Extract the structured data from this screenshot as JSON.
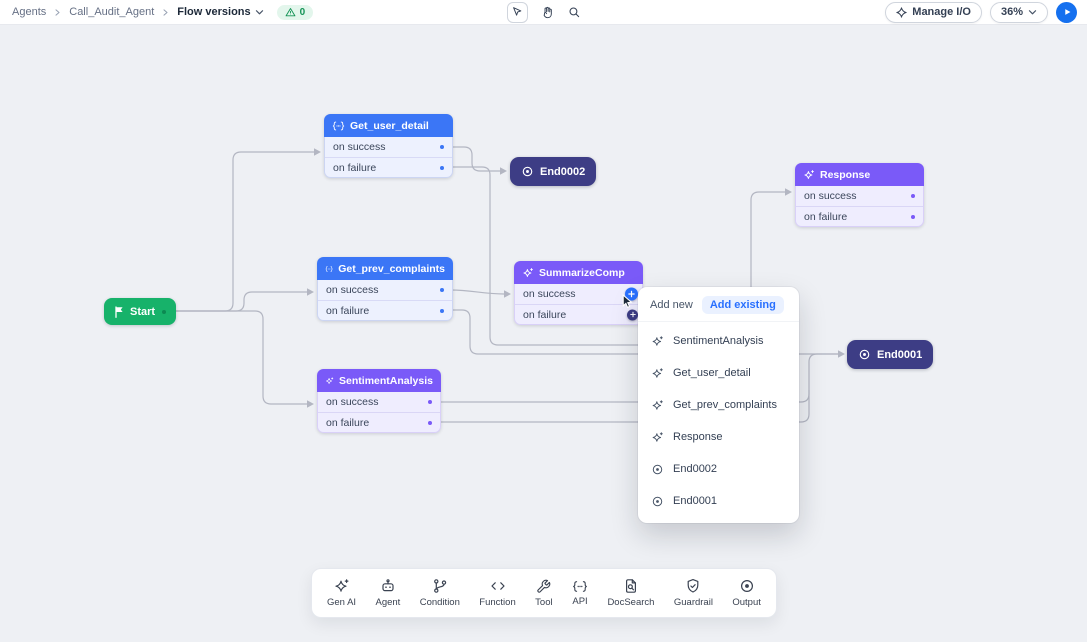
{
  "topbar": {
    "breadcrumb": [
      "Agents",
      "Call_Audit_Agent",
      "Flow versions"
    ],
    "warning_count": "0",
    "manage_io_label": "Manage I/O",
    "zoom_level": "36%"
  },
  "canvas": {
    "nodes": {
      "start": {
        "label": "Start",
        "type": "start"
      },
      "get_user_detail": {
        "title": "Get_user_detail",
        "type": "api",
        "ports": [
          "on success",
          "on failure"
        ]
      },
      "get_prev_complaints": {
        "title": "Get_prev_complaints",
        "type": "api",
        "ports": [
          "on success",
          "on failure"
        ]
      },
      "summarize_comp": {
        "title": "SummarizeComp",
        "type": "genai",
        "ports": [
          "on success",
          "on failure"
        ]
      },
      "sentiment_analysis": {
        "title": "SentimentAnalysis",
        "type": "genai",
        "ports": [
          "on success",
          "on failure"
        ]
      },
      "response": {
        "title": "Response",
        "type": "genai",
        "ports": [
          "on success",
          "on failure"
        ]
      },
      "end0002": {
        "label": "End0002",
        "type": "end"
      },
      "end0001": {
        "label": "End0001",
        "type": "end"
      }
    }
  },
  "popup": {
    "tabs": [
      {
        "label": "Add new",
        "active": false
      },
      {
        "label": "Add existing",
        "active": true
      }
    ],
    "items": [
      {
        "label": "SentimentAnalysis",
        "icon": "sparkle-icon"
      },
      {
        "label": "Get_user_detail",
        "icon": "sparkle-icon"
      },
      {
        "label": "Get_prev_complaints",
        "icon": "sparkle-icon"
      },
      {
        "label": "Response",
        "icon": "sparkle-icon"
      },
      {
        "label": "End0002",
        "icon": "end-icon"
      },
      {
        "label": "End0001",
        "icon": "end-icon"
      }
    ]
  },
  "toolbar": {
    "items": [
      {
        "label": "Gen AI",
        "icon": "genai-icon"
      },
      {
        "label": "Agent",
        "icon": "agent-icon"
      },
      {
        "label": "Condition",
        "icon": "condition-icon"
      },
      {
        "label": "Function",
        "icon": "function-icon"
      },
      {
        "label": "Tool",
        "icon": "tool-icon"
      },
      {
        "label": "API",
        "icon": "api-icon"
      },
      {
        "label": "DocSearch",
        "icon": "docsearch-icon"
      },
      {
        "label": "Guardrail",
        "icon": "guardrail-icon"
      },
      {
        "label": "Output",
        "icon": "output-icon"
      }
    ]
  },
  "colors": {
    "api_node_header": "#3b76f6",
    "genai_node_header": "#7a5af8",
    "start_node": "#17b26a",
    "end_node": "#3d3d85",
    "accent_blue": "#2970ff",
    "badge_green": "#149356",
    "edge": "#b3b6c2"
  }
}
